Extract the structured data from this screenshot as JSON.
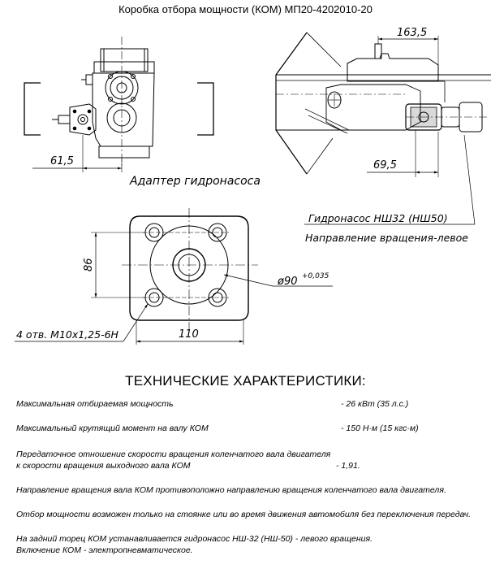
{
  "title": "Коробка отбора мощности (КОМ) МП20-4202010-20",
  "dimensions": {
    "d61": "61,5",
    "d163": "163,5",
    "d69": "69,5",
    "d86": "86",
    "d110": "110",
    "phi": "ø90",
    "phi_tol": "+0,035",
    "threads": "4 отв. М10х1,25-6Н"
  },
  "labels": {
    "adapter": "Адаптер гидронасоса",
    "pump": "Гидронасос НШ32 (НШ50)",
    "rotation": "Направление вращения-левое"
  },
  "specs": {
    "heading": "ТЕХНИЧЕСКИЕ ХАРАКТЕРИСТИКИ:",
    "power_label": "Максимальная отбираемая мощность",
    "power_value": "- 26 кВт (35 л.с.)",
    "torque_label": "Максимальный крутящий момент на валу КОМ",
    "torque_value": "- 150 Н·м (15 кгс·м)",
    "ratio_line1": "Передаточное отношение скорости вращения  коленчатого вала двигателя",
    "ratio_line2": "к скорости вращения выходного вала КОМ",
    "ratio_value": "- 1,91.",
    "direction": "Направление вращения вала КОМ противоположно направлению вращения коленчатого вала двигателя.",
    "takeoff": "Отбор мощности возможен только на стоянке или во время движения автомобиля без переключения передач.",
    "pump_line1": "На задний торец КОМ устанавливается гидронасос НШ-32 (НШ-50) - левого вращения.",
    "pump_line2": "Включение КОМ - электропневматическое."
  }
}
